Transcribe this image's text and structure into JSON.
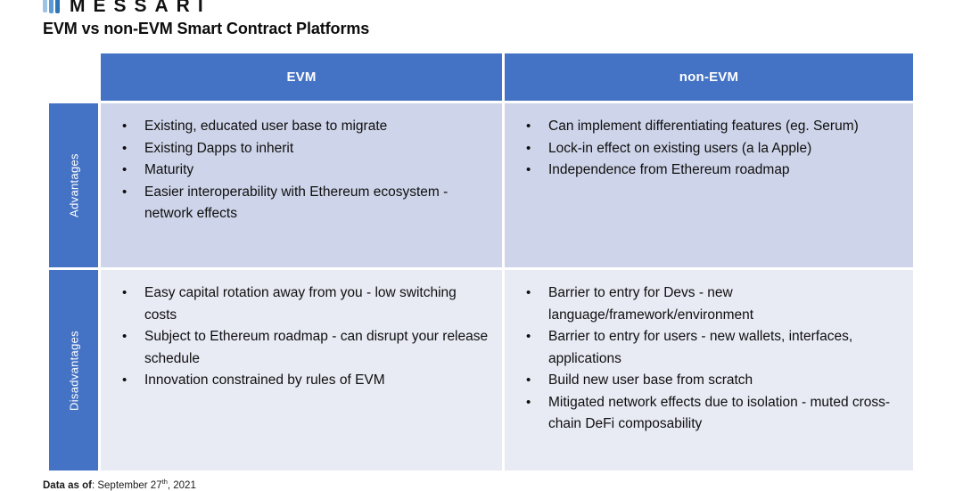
{
  "brand": {
    "logo_icon": "messari-bars-logo",
    "wordmark": "MESSARI"
  },
  "title": "EVM vs non-EVM Smart Contract Platforms",
  "table": {
    "columns": [
      {
        "label": "EVM"
      },
      {
        "label": "non-EVM"
      }
    ],
    "rows": [
      {
        "label": "Advantages",
        "evm": [
          "Existing, educated user base to migrate",
          "Existing Dapps to inherit",
          "Maturity",
          "Easier interoperability with Ethereum ecosystem - network effects"
        ],
        "non_evm": [
          "Can implement differentiating features (eg. Serum)",
          "Lock-in effect on existing users (a la Apple)",
          "Independence from Ethereum roadmap"
        ]
      },
      {
        "label": "Disadvantages",
        "evm": [
          "Easy capital rotation away from you - low switching costs",
          "Subject to Ethereum roadmap - can disrupt your release schedule",
          "Innovation constrained by rules of EVM"
        ],
        "non_evm": [
          "Barrier to entry for Devs - new language/framework/environment",
          "Barrier to entry for users - new wallets, interfaces, applications",
          "Build new user base from scratch",
          "Mitigated network effects due to isolation - muted cross-chain DeFi composability"
        ]
      }
    ]
  },
  "footer": {
    "label": "Data as of",
    "separator": ": ",
    "date_prefix": "September 27",
    "date_ordinal": "th",
    "date_suffix": ", 2021"
  },
  "colors": {
    "header_blue": "#4472C4",
    "advantages_bg": "#CED4E9",
    "disadvantages_bg": "#E8EAF4",
    "text": "#0F0F0F"
  }
}
